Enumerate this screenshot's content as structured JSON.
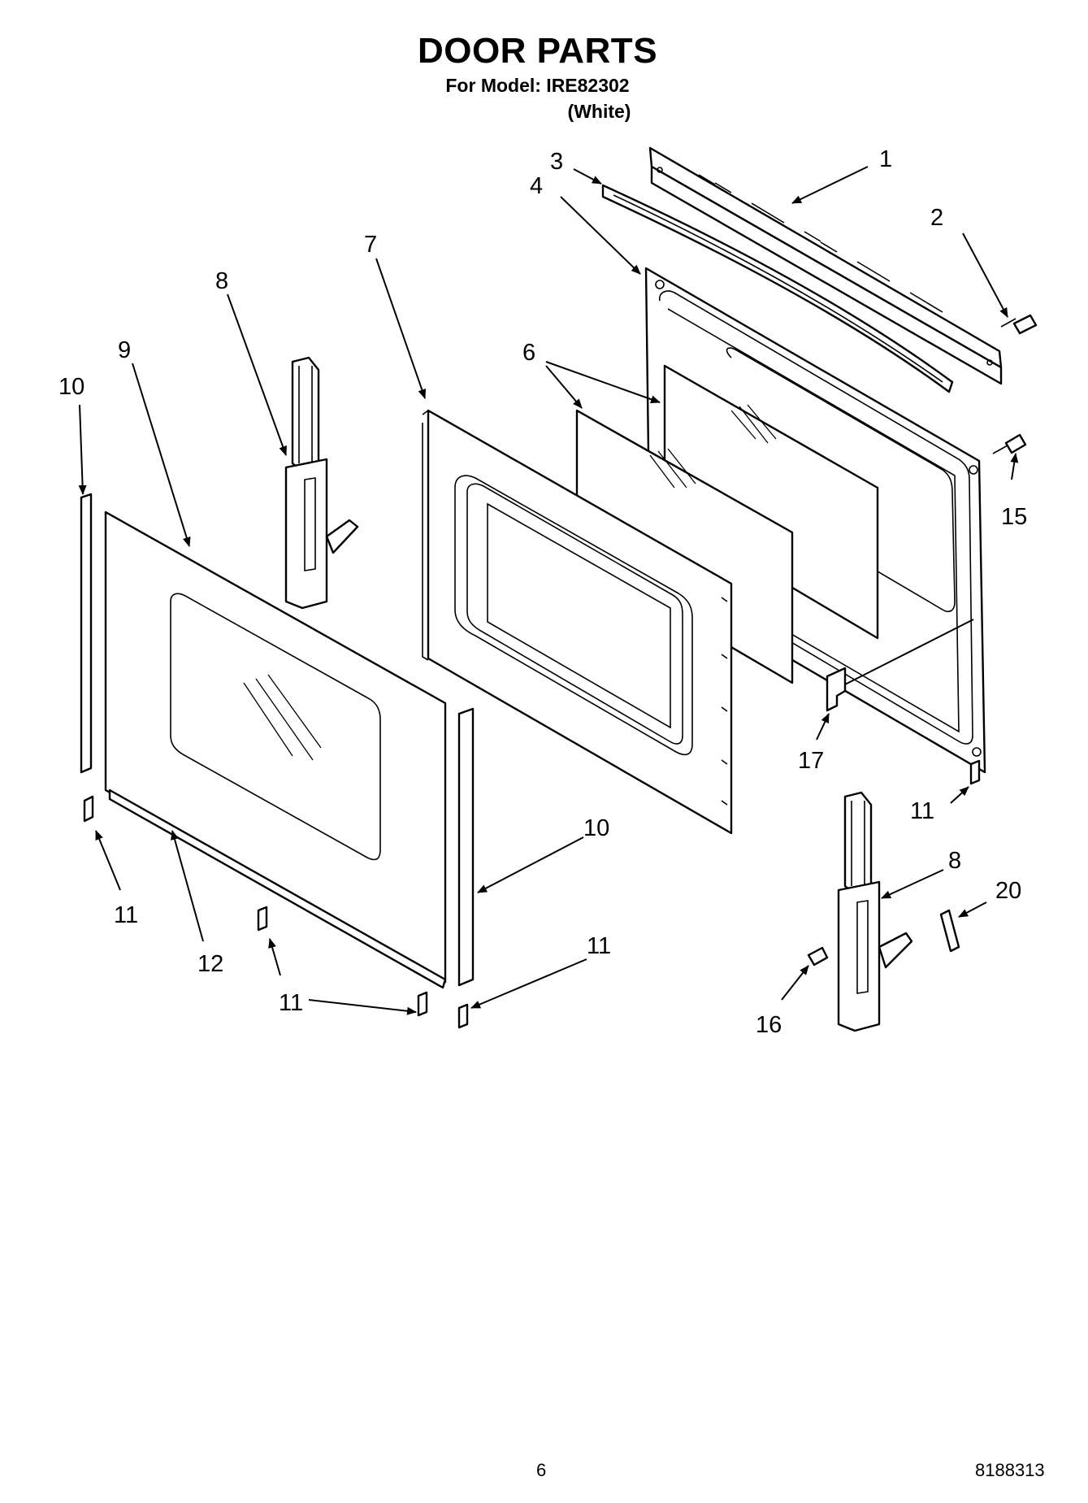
{
  "header": {
    "title": "DOOR PARTS",
    "model": "For Model: IRE82302",
    "color": "(White)"
  },
  "callouts": {
    "c1": "1",
    "c2": "2",
    "c3": "3",
    "c4": "4",
    "c6": "6",
    "c7": "7",
    "c8a": "8",
    "c8b": "8",
    "c9": "9",
    "c10a": "10",
    "c10b": "10",
    "c11a": "11",
    "c11b": "11",
    "c11c": "11",
    "c11d": "11",
    "c12": "12",
    "c15": "15",
    "c16": "16",
    "c17": "17",
    "c20": "20"
  },
  "footer": {
    "page_number": "6",
    "document_number": "8188313"
  }
}
